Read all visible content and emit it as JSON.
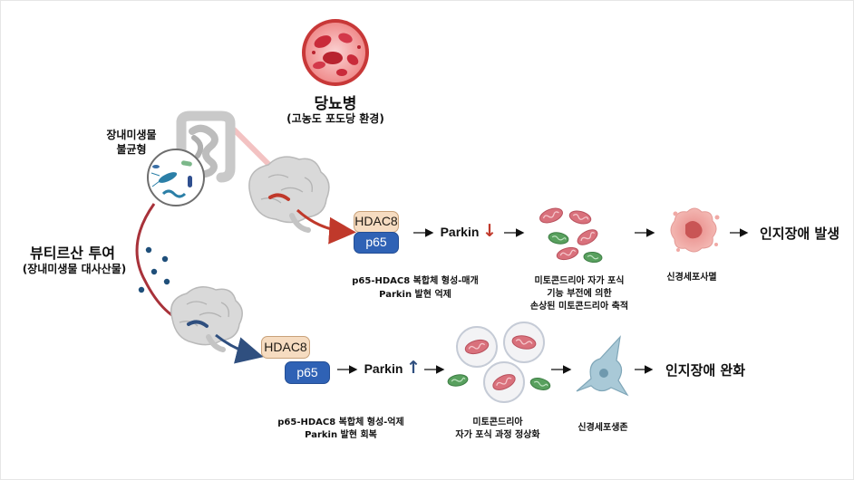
{
  "diabetes": {
    "title": "당뇨병",
    "subtitle": "(고농도 포도당 환경)"
  },
  "dysbiosis": {
    "line1": "장내미생물",
    "line2": "불균형"
  },
  "butyrate": {
    "title": "뷰티르산 투여",
    "subtitle": "(장내미생물 대사산물)"
  },
  "top_path": {
    "hdac8": "HDAC8",
    "p65": "p65",
    "parkin": "Parkin",
    "parkin_arrow": "↓",
    "complex_desc": [
      "p65-HDAC8 복합체 형성-매개",
      "Parkin 발현 억제"
    ],
    "mito_desc": [
      "미토콘드리아 자가 포식",
      "기능 부전에 의한",
      "손상된 미토콘드리아 축적"
    ],
    "neuron_desc": "신경세포사멸",
    "outcome": "인지장애 발생",
    "colors": {
      "arrow": "#c0392b"
    }
  },
  "bottom_path": {
    "hdac8": "HDAC8",
    "p65": "p65",
    "parkin": "Parkin",
    "parkin_arrow": "↑",
    "complex_desc": [
      "p65-HDAC8 복합체 형성-억제",
      "Parkin 발현 회복"
    ],
    "mito_desc": [
      "미토콘드리아",
      "자가 포식 과정 정상화"
    ],
    "neuron_desc": "신경세포생존",
    "outcome": "인지장애 완화",
    "colors": {
      "arrow": "#2f4f7f"
    }
  },
  "arrow_glyph": "→",
  "icons": [
    "blood-cell-icon",
    "intestine-icon",
    "bacteria-icon",
    "brain-icon",
    "mitochondria-icon",
    "apoptotic-cell-icon",
    "autophagosome-icon",
    "neuron-icon",
    "butyrate-dots-icon"
  ]
}
